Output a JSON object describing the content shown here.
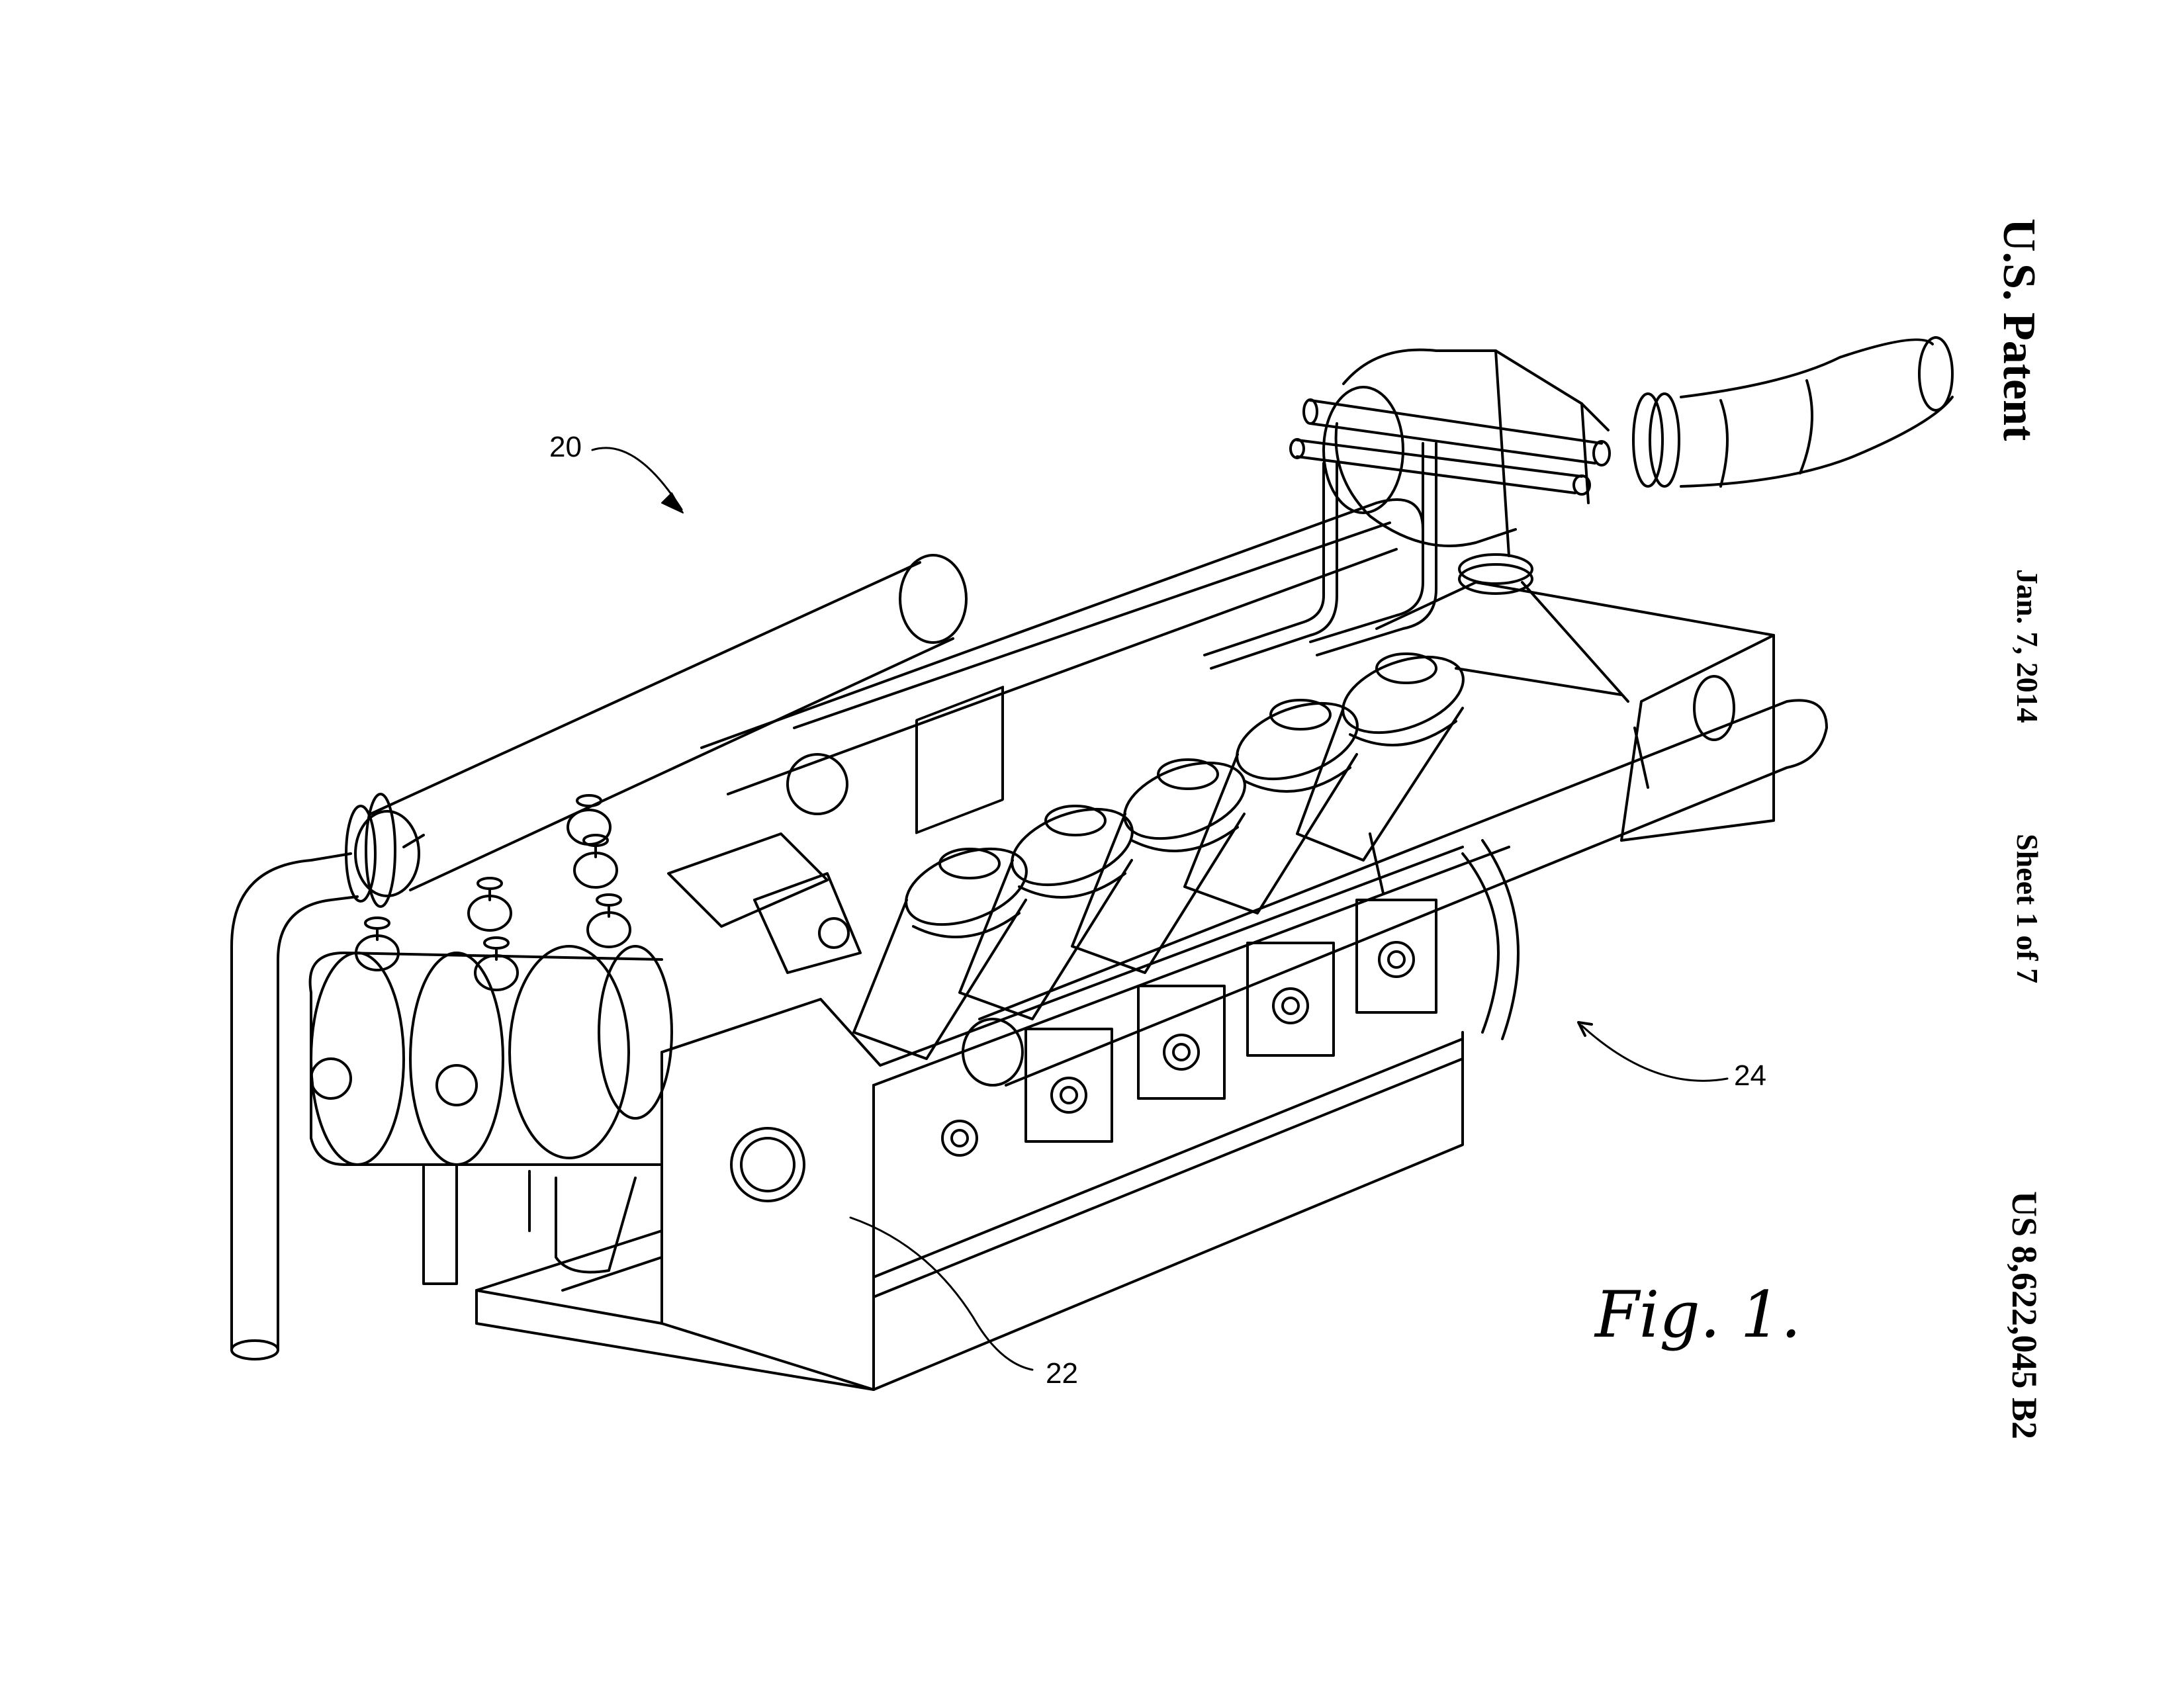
{
  "header": {
    "patent_label": "U.S. Patent",
    "date": "Jan. 7, 2014",
    "sheet": "Sheet 1 of 7",
    "patent_number": "US 8,622,045 B2"
  },
  "figure": {
    "caption": "Fig. 1.",
    "reference_numerals": [
      "20",
      "22",
      "24"
    ]
  }
}
